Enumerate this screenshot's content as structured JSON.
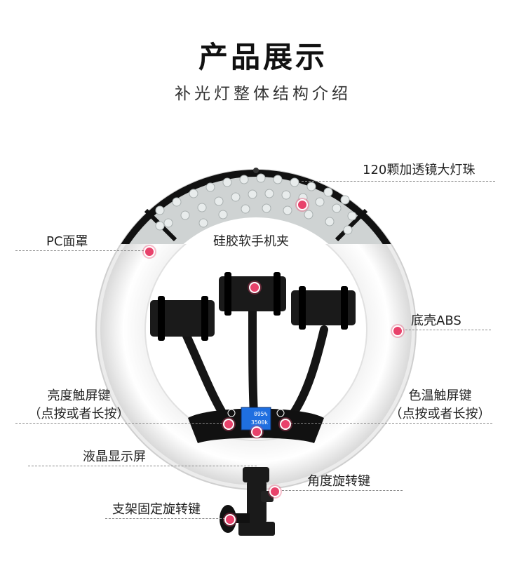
{
  "header": {
    "title": "产品展示",
    "subtitle": "补光灯整体结构介绍"
  },
  "callouts": {
    "beads": "120颗加透镜大灯珠",
    "pc_cover": "PC面罩",
    "clip": "硅胶软手机夹",
    "shell": "底壳ABS",
    "brightness_line1": "亮度触屏键",
    "brightness_line2": "（点按或者长按）",
    "color_temp_line1": "色温触屏键",
    "color_temp_line2": "（点按或者长按）",
    "lcd": "液晶显示屏",
    "angle_knob": "角度旋转键",
    "stand_knob": "支架固定旋转键"
  },
  "display": {
    "brightness": "095%",
    "color_temp": "3500k"
  },
  "colors": {
    "accent_dot": "#e8426b",
    "lcd_blue": "#1f6fe0"
  }
}
